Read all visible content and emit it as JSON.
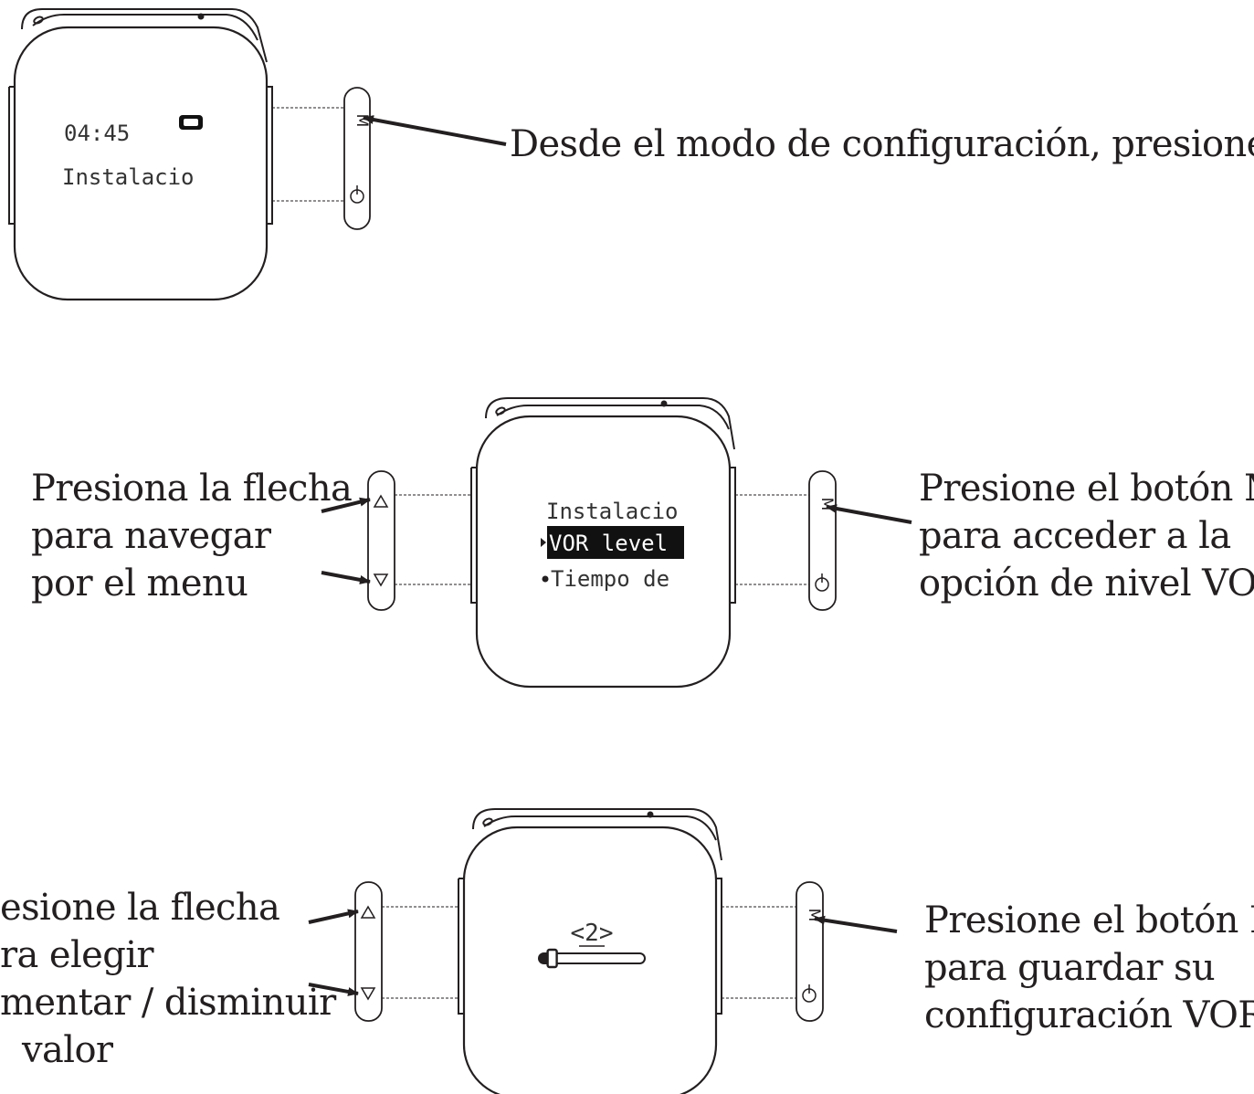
{
  "panel1": {
    "screen_time": "04:45",
    "screen_text": "Instalacio",
    "button_m": "M",
    "caption": "Desde el modo de configuración, presione M"
  },
  "panel2": {
    "menu_items": [
      "Instalacio",
      "VOR level",
      "Tiempo de"
    ],
    "selected_index": 1,
    "button_m": "M",
    "left_caption": [
      "Presiona la flecha",
      "para navegar",
      "por el menu"
    ],
    "right_caption": [
      "Presione el botón M",
      "para acceder a la",
      "opción de nivel VOR"
    ]
  },
  "panel3": {
    "value_display": "<2>",
    "level_fraction": 0.1,
    "button_m": "M",
    "left_caption": [
      "esione la flecha",
      "ra elegir",
      "mentar / disminuir",
      "valor"
    ],
    "right_caption": [
      "Presione el botón M",
      "para guardar su",
      "configuración VOR"
    ]
  },
  "icons": {
    "power": "power-icon",
    "up": "up-triangle-icon",
    "down": "down-triangle-icon",
    "battery": "battery-icon"
  }
}
